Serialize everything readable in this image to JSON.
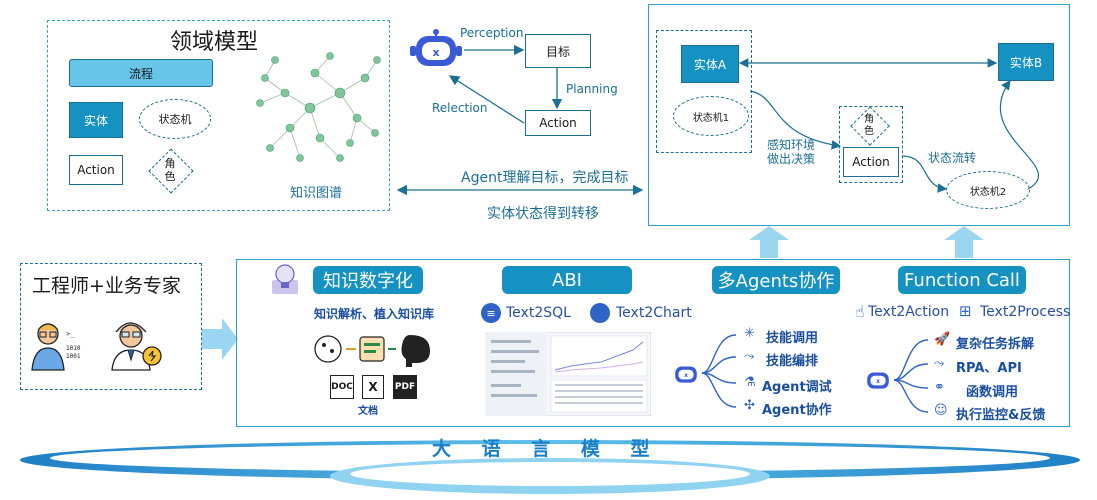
{
  "domain_model": {
    "title": "领域模型",
    "flow": "流程",
    "entity": "实体",
    "state_machine": "状态机",
    "action": "Action",
    "role": "角色",
    "knowledge_graph": "知识图谱"
  },
  "agent_loop": {
    "perception": "Perception",
    "goal": "目标",
    "planning": "Planning",
    "reflection": "Relection",
    "action": "Action"
  },
  "middle": {
    "line1": "Agent理解目标，完成目标",
    "line2": "实体状态得到转移"
  },
  "state_transfer": {
    "entity_a": "实体A",
    "entity_b": "实体B",
    "state_machine_1": "状态机1",
    "state_machine_2": "状态机2",
    "role": "角色",
    "action": "Action",
    "perceive": "感知环境",
    "decide": "做出决策",
    "state_flow": "状态流转"
  },
  "people": {
    "title": "工程师+业务专家"
  },
  "capabilities": {
    "knowledge": {
      "tab": "知识数字化",
      "subtitle": "知识解析、植入知识库",
      "doc_label": "文档",
      "files": [
        "DOC",
        "X",
        "PDF"
      ]
    },
    "abi": {
      "tab": "ABI",
      "text2sql": "Text2SQL",
      "text2chart": "Text2Chart"
    },
    "multi_agents": {
      "tab": "多Agents协作",
      "items": [
        "技能调用",
        "技能编排",
        "Agent调试",
        "Agent协作"
      ]
    },
    "function_call": {
      "tab": "Function Call",
      "text2action": "Text2Action",
      "text2process": "Text2Process",
      "items": [
        "复杂任务拆解",
        "RPA、API",
        "函数调用",
        "执行监控&反馈"
      ]
    }
  },
  "foundation": {
    "title": "大 语 言 模 型"
  },
  "colors": {
    "accent": "#1591c2",
    "light": "#66c5e8",
    "arrow": "#9ad6f0",
    "text_blue": "#1b6f95"
  }
}
